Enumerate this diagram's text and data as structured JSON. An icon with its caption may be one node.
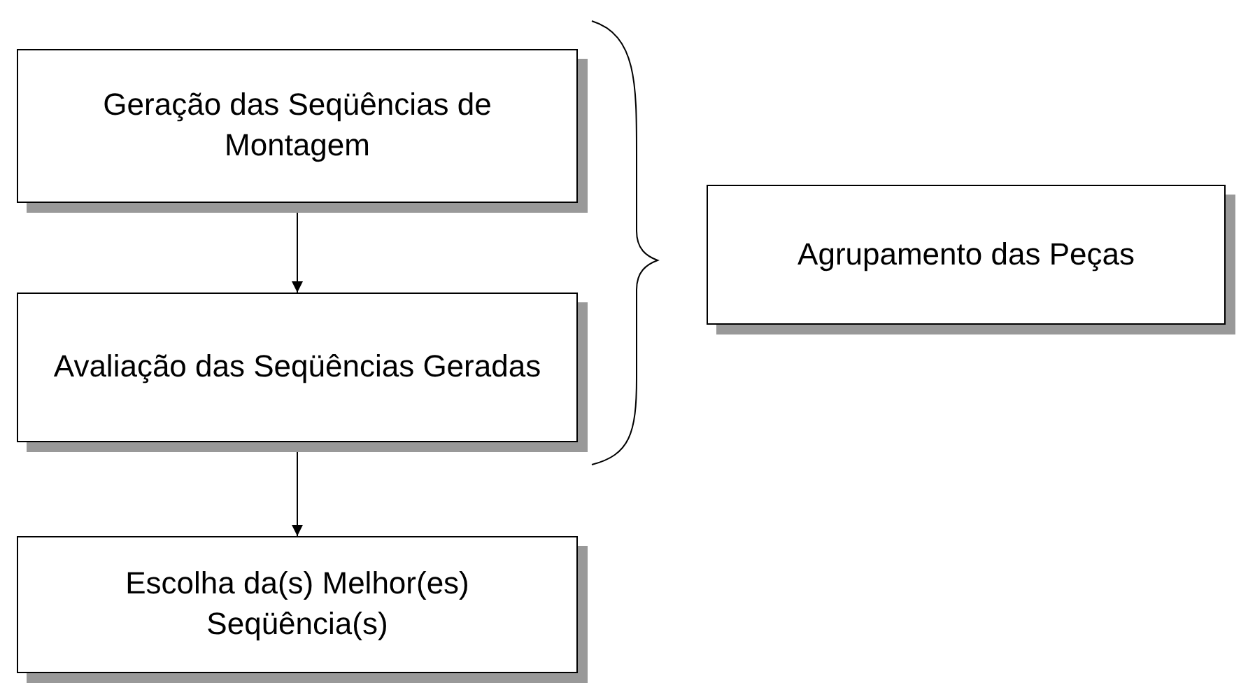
{
  "diagram": {
    "nodes": [
      {
        "text": [
          "Geração das Seqüências de Montagem"
        ]
      },
      {
        "text": [
          "Avaliação das Seqüências Geradas"
        ]
      },
      {
        "text": [
          "Escolha da(s) Melhor(es) Seqüência(s)"
        ]
      },
      {
        "text": [
          "Agrupamento das Peças"
        ]
      }
    ],
    "edges": [
      {
        "from": 0,
        "to": 1,
        "arrow": "to"
      },
      {
        "from": 1,
        "to": 2,
        "arrow": "to"
      }
    ]
  }
}
